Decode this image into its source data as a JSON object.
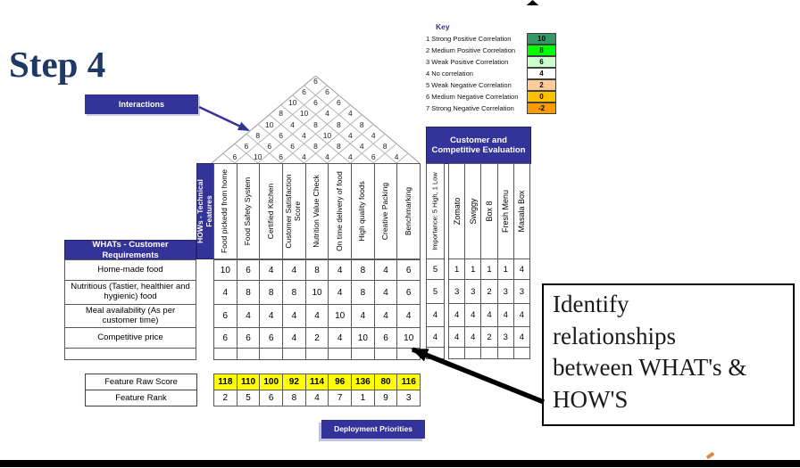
{
  "page": {
    "step_title": "Step 4",
    "interactions_label": "Interactions",
    "deployment_label": "Deployment Priorities",
    "annotation_lines": [
      "Identify",
      "relationships",
      "between WHAT's &",
      "HOW'S"
    ]
  },
  "key": {
    "title": "Key",
    "rows": [
      {
        "label": "1 Strong Positive Correlation",
        "value": "10",
        "color": "#339966"
      },
      {
        "label": "2 Medium Positive Correlation",
        "value": "8",
        "color": "#00ff00"
      },
      {
        "label": "3 Weak Positive Correlation",
        "value": "6",
        "color": "#ccffcc"
      },
      {
        "label": "4 No correlation",
        "value": "4",
        "color": "#ffffff"
      },
      {
        "label": "5 Weak Negative Correlation",
        "value": "2",
        "color": "#ffcc99"
      },
      {
        "label": "6 Medium Negative Correlation",
        "value": "0",
        "color": "#ffc000"
      },
      {
        "label": "7 Strong Negative Correlation",
        "value": "-2",
        "color": "#ff9900"
      }
    ]
  },
  "roof": {
    "rows": [
      [
        6
      ],
      [
        6,
        6
      ],
      [
        10,
        6,
        6
      ],
      [
        8,
        10,
        4,
        4
      ],
      [
        10,
        4,
        8,
        8,
        8
      ],
      [
        8,
        6,
        4,
        10,
        4,
        4
      ],
      [
        6,
        6,
        6,
        8,
        8,
        4,
        8
      ],
      [
        6,
        10,
        6,
        4,
        4,
        4,
        6,
        4
      ]
    ]
  },
  "hows": {
    "header": "HOWs - Technical Features",
    "columns": [
      "Food pickedd from home",
      "Food Safety System",
      "Certified Kitchen",
      "Customer Satisfaction Score",
      "Nutrition Value Check",
      "On time delivery of food",
      "High quality foods",
      "Creative Packing",
      "Benchmarking"
    ]
  },
  "whats": {
    "header": "WHATs - Customer Requirements",
    "rows": [
      "Home-made food",
      "Nutritious (Tastier, healthier and hygienic) food",
      "Meal availability (As per customer time)",
      "Competitive price",
      ""
    ]
  },
  "matrix": {
    "values": [
      [
        10,
        6,
        4,
        4,
        8,
        4,
        8,
        4,
        6
      ],
      [
        4,
        8,
        8,
        8,
        10,
        4,
        8,
        4,
        6
      ],
      [
        6,
        4,
        4,
        4,
        4,
        10,
        4,
        4,
        4
      ],
      [
        6,
        6,
        6,
        4,
        2,
        4,
        10,
        6,
        10
      ],
      [
        "",
        "",
        "",
        "",
        "",
        "",
        "",
        "",
        ""
      ]
    ]
  },
  "evaluation": {
    "header": "Customer and Competitive Evaluation",
    "importance_label": "Importance: 5 High, 1 Low",
    "importance": [
      "5",
      "5",
      "4",
      "4",
      ""
    ],
    "competitors": [
      "Zomato",
      "Swiggy",
      "Box 8",
      "Fresh Menu",
      "Masala Box"
    ],
    "scores": [
      [
        1,
        1,
        1,
        1,
        4
      ],
      [
        3,
        3,
        2,
        3,
        3
      ],
      [
        4,
        4,
        4,
        4,
        4
      ],
      [
        4,
        4,
        2,
        3,
        4
      ],
      [
        "",
        "",
        "",
        "",
        ""
      ]
    ]
  },
  "footer": {
    "raw_score_label": "Feature Raw Score",
    "rank_label": "Feature Rank",
    "raw_scores": [
      118,
      110,
      100,
      92,
      114,
      96,
      136,
      80,
      116
    ],
    "ranks": [
      2,
      5,
      6,
      8,
      4,
      7,
      1,
      9,
      3
    ]
  },
  "colors": {
    "header_blue": "#333399",
    "title_navy": "#203864",
    "score_yellow": "#ffff00"
  }
}
